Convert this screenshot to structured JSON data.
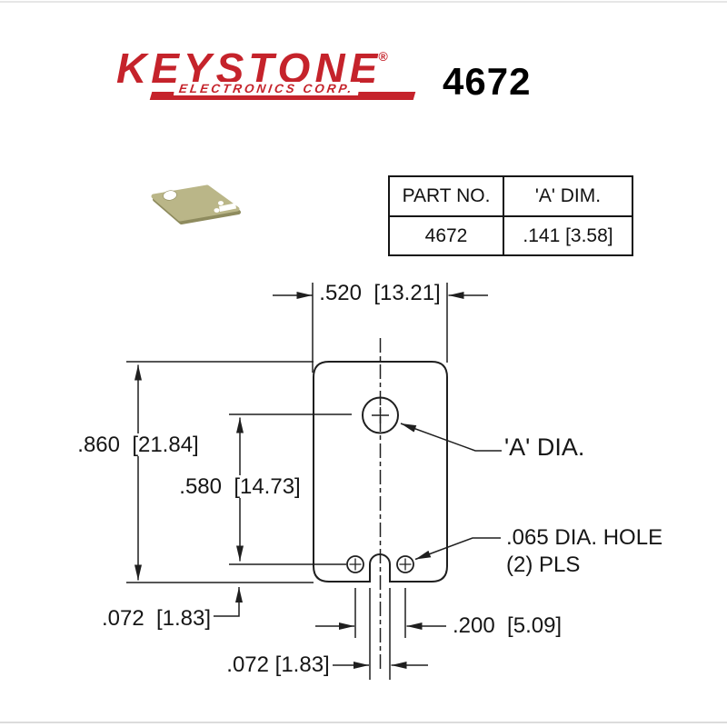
{
  "brand": {
    "name": "KEYSTONE",
    "registered": "®",
    "subtitle": "ELECTRONICS CORP."
  },
  "part_number": "4672",
  "spec_table": {
    "headers": [
      "PART NO.",
      "'A' DIM."
    ],
    "rows": [
      [
        "4672",
        ".141 [3.58]"
      ]
    ]
  },
  "drawing": {
    "dim_width": ".520  [13.21]",
    "dim_height": ".860  [21.84]",
    "dim_hole_offset": ".580  [14.73]",
    "dim_bottom_edge": ".072  [1.83]",
    "dim_slot_width": ".072 [1.83]",
    "dim_hole_spacing": ".200  [5.09]",
    "callout_a_dia": "'A' DIA.",
    "callout_holes_line1": ".065 DIA. HOLE",
    "callout_holes_line2": "(2) PLS"
  },
  "colors": {
    "brand_red": "#c5232b",
    "line_color": "#1f1f1f",
    "part_fill": "#bab688",
    "part_edge": "#8e8b5e"
  }
}
